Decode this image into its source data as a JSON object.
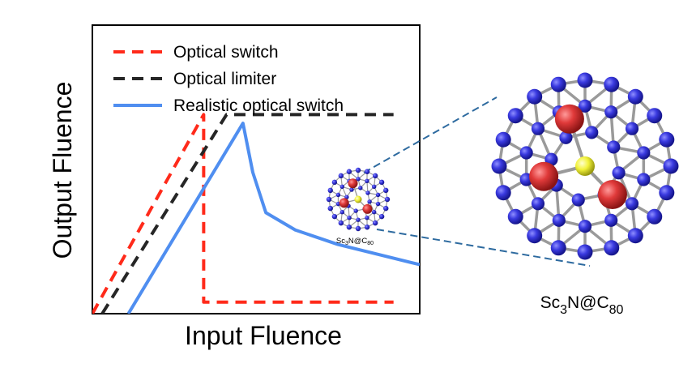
{
  "chart_data": {
    "type": "line",
    "title": "",
    "xlabel": "Input Fluence",
    "ylabel": "Output Fluence",
    "ticks": "none (schematic plot)",
    "xlim": [
      0,
      10
    ],
    "ylim": [
      0,
      10
    ],
    "legend": {
      "placement": "top-left"
    },
    "series": [
      {
        "name": "Optical switch",
        "style": "dashed",
        "color": "#ff2a1a",
        "x": [
          0,
          3.4,
          3.4,
          9.2
        ],
        "y": [
          0,
          6.9,
          0.4,
          0.4
        ]
      },
      {
        "name": "Optical limiter",
        "style": "dashed",
        "color": "#262626",
        "x": [
          0.3,
          4.1,
          9.2
        ],
        "y": [
          0,
          6.9,
          6.9
        ]
      },
      {
        "name": "Realistic optical switch",
        "style": "solid",
        "color": "#4f8ef0",
        "x": [
          1.1,
          4.6,
          4.9,
          5.3,
          6.2,
          7.5,
          10.0
        ],
        "y": [
          0,
          6.6,
          4.9,
          3.5,
          2.9,
          2.4,
          1.7
        ]
      }
    ]
  },
  "inset": {
    "molecule_small_label": "Sc3N@C80",
    "molecule_large_label": "Sc3N@C80",
    "colors": {
      "carbon": "#3a3ad8",
      "scandium": "#e03a3a",
      "nitrogen": "#f2f23a",
      "bond": "#9a9a9a",
      "zoom_line": "#2d6a9f"
    }
  }
}
